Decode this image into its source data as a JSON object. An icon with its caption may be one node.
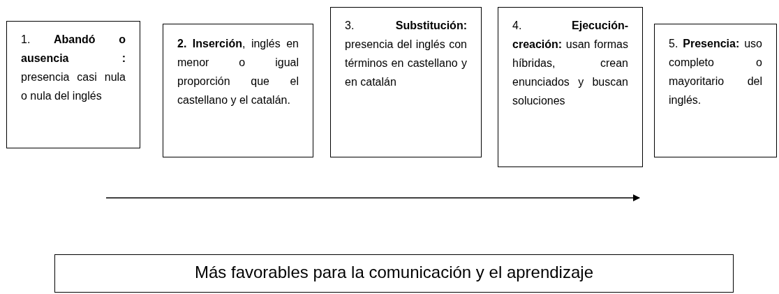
{
  "diagram": {
    "nodes": [
      {
        "text": [
          "1. **Abandó o ausencia :** presencia casi nula o nula del inglés"
        ]
      },
      {
        "text": [
          "**2. Inserción**, inglés en menor o igual proporción que el castellano y el catalán."
        ]
      },
      {
        "text": [
          "3. **Substitución:** presencia del inglés con términos en castellano y en catalán"
        ]
      },
      {
        "text": [
          "4. **Ejecución-creación:** usan formas híbridas, crean enunciados y buscan soluciones"
        ]
      },
      {
        "text": [
          "5. **Presencia:** uso completo o mayoritario del inglés."
        ]
      },
      {
        "text": [
          "Más favorables para la comunicación y el aprendizaje"
        ]
      }
    ]
  }
}
